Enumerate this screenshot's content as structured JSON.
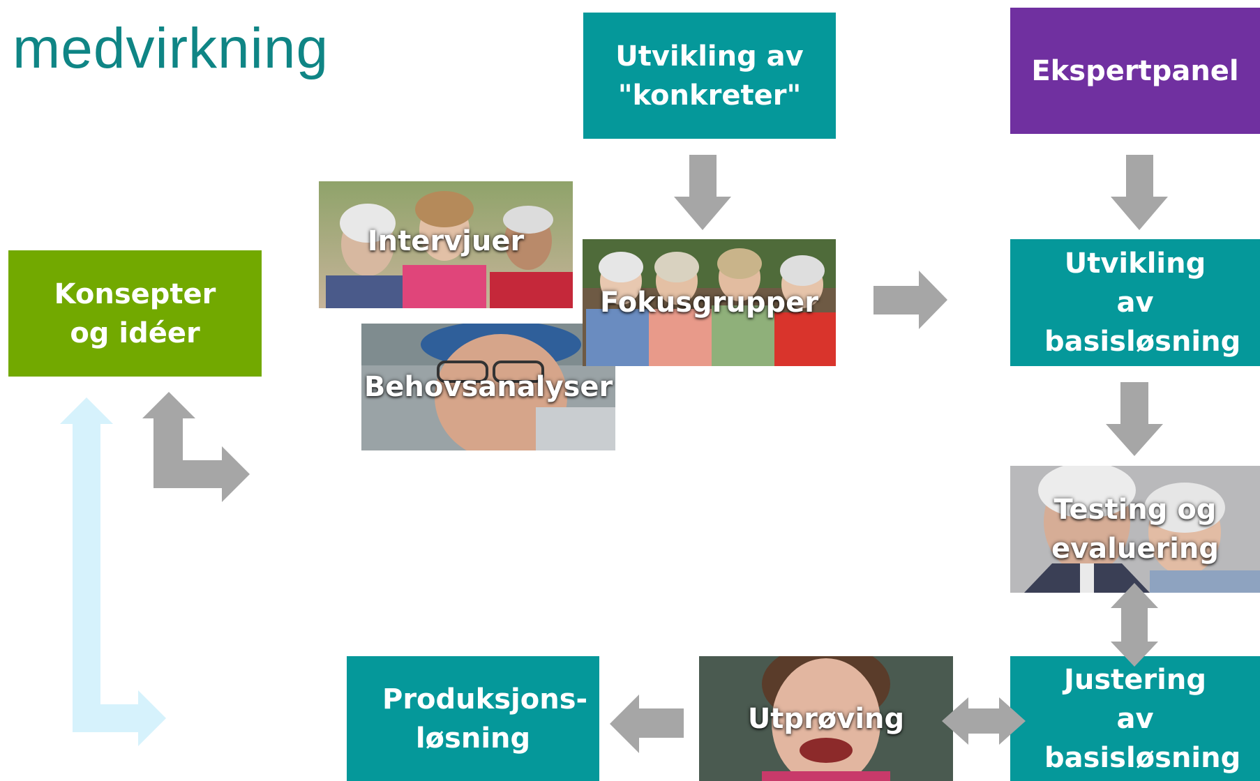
{
  "title": "medvirkning",
  "nodes": {
    "konsepter": "Konsepter og idéer",
    "utvikling_konkreter": "Utvikling av \"konkreter\"",
    "ekspertpanel": "Ekspertpanel",
    "intervjuer": "Intervjuer",
    "fokusgrupper": "Fokusgrupper",
    "behovsanalyser": "Behovsanalyser",
    "utvikling_basis": "Utvikling av basisløsning",
    "testing": "Testing og evaluering",
    "justering": "Justering av basisløsning",
    "utproving": "Utprøving",
    "produksjon": "Produksjons-løsning"
  },
  "colors": {
    "teal": "#05989a",
    "green": "#72a900",
    "purple": "#7030a0",
    "arrow_gray": "#a6a6a6",
    "arrow_light_blue": "#d6f2fc",
    "title": "#0f8585"
  }
}
